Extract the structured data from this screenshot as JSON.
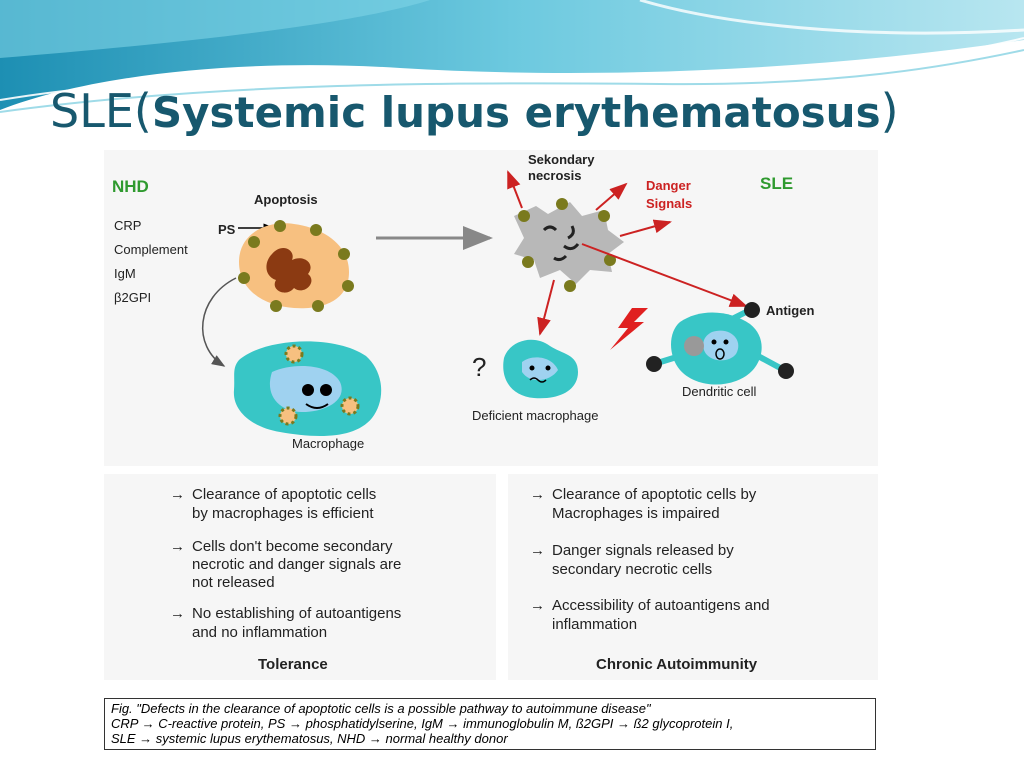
{
  "slide": {
    "title_abbr": "SLE",
    "title_open": "(",
    "title_full": "Systemic lupus erythematosus",
    "title_close": ")"
  },
  "diagram": {
    "nhd": {
      "heading": "NHD",
      "factors": [
        "CRP",
        "Complement",
        "IgM",
        "β2GPI"
      ],
      "apoptosis_label": "Apoptosis",
      "ps_label": "PS",
      "macrophage_label": "Macrophage",
      "bullets": [
        [
          "Clearance of apoptotic cells",
          "by macrophages is efficient"
        ],
        [
          "Cells don't become secondary",
          "necrotic and danger signals are",
          "not released"
        ],
        [
          "No establishing of autoantigens",
          "and no inflammation"
        ]
      ],
      "outcome": "Tolerance"
    },
    "sle": {
      "heading": "SLE",
      "necrosis_label": [
        "Sekondary",
        "necrosis"
      ],
      "danger_label": [
        "Danger",
        "Signals"
      ],
      "antigen_label": "Antigen",
      "question_mark": "?",
      "deficient_label": "Deficient macrophage",
      "dendritic_label": "Dendritic cell",
      "bullets": [
        [
          "Clearance of apoptotic cells by",
          "Macrophages is impaired"
        ],
        [
          "Danger signals released by",
          "secondary necrotic cells"
        ],
        [
          "Accessibility of autoantigens and",
          "inflammation"
        ]
      ],
      "outcome": "Chronic Autoimmunity"
    },
    "colors": {
      "heading_green": "#2f9a2f",
      "danger_red": "#cc2222",
      "cell_cyan": "#38c6c6",
      "apoptotic_orange": "#f7c080",
      "bead_olive": "#7a7a1e"
    }
  },
  "caption": {
    "lines": [
      "Fig. \"Defects in the clearance of apoptotic cells is a possible pathway to autoimmune disease\"",
      "CRP → C-reactive protein, PS → phosphatidylserine, IgM → immunoglobulin M, ß2GPI → ß2 glycoprotein I,",
      "SLE → systemic lupus erythematosus, NHD → normal healthy donor"
    ]
  }
}
